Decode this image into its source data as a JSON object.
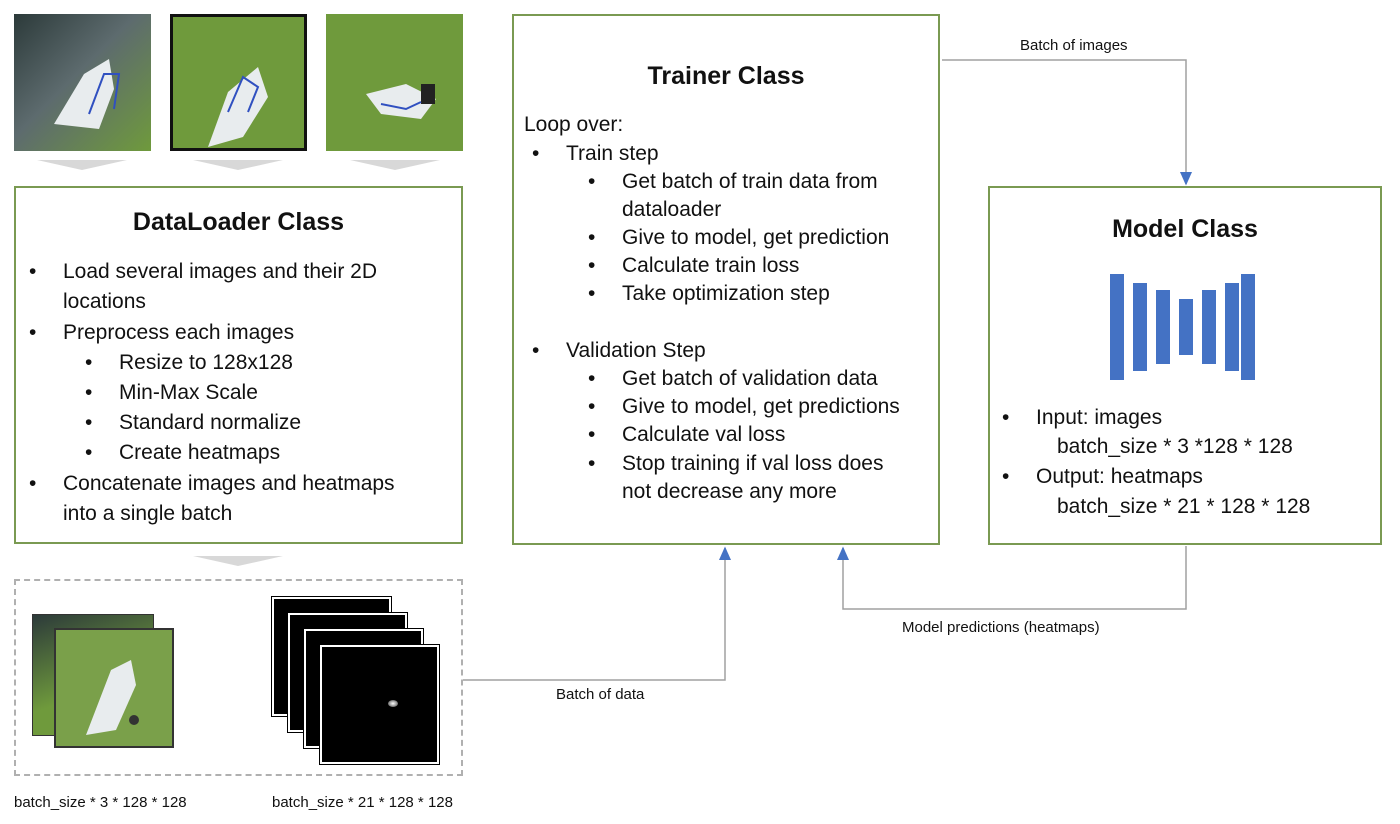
{
  "dataloader": {
    "title": "DataLoader Class",
    "items": [
      "Load several images and their 2D",
      "locations",
      "Preprocess each images",
      "Resize to 128x128",
      "Min-Max Scale",
      "Standard normalize",
      "Create heatmaps",
      "Concatenate images and heatmaps",
      "into a single batch"
    ]
  },
  "trainer": {
    "title": "Trainer Class",
    "loop": "Loop over:",
    "train_step": "Train step",
    "train_items": [
      "Get batch of train data from",
      "dataloader",
      "Give to model, get prediction",
      "Calculate train loss",
      "Take optimization step"
    ],
    "val_step": "Validation Step",
    "val_items": [
      "Get batch of validation data",
      "Give to model, get predictions",
      "Calculate val loss",
      "Stop training if val loss does",
      "not decrease any more"
    ]
  },
  "model": {
    "title": "Model Class",
    "input_label": "Input: images",
    "input_shape": "batch_size * 3 *128 * 128",
    "output_label": "Output: heatmaps",
    "output_shape": "batch_size * 21 * 128 * 128"
  },
  "arrows": {
    "batch_of_images": "Batch of images",
    "batch_of_data": "Batch of data",
    "model_predictions": "Model predictions (heatmaps)"
  },
  "batch": {
    "images_shape": "batch_size * 3 * 128 * 128",
    "heatmaps_shape": "batch_size * 21 * 128 * 128"
  },
  "colors": {
    "box_border": "#7a9a52",
    "arrow": "#4472c4",
    "bar": "#4472c4",
    "photo_bg": "#6f9a3c"
  }
}
